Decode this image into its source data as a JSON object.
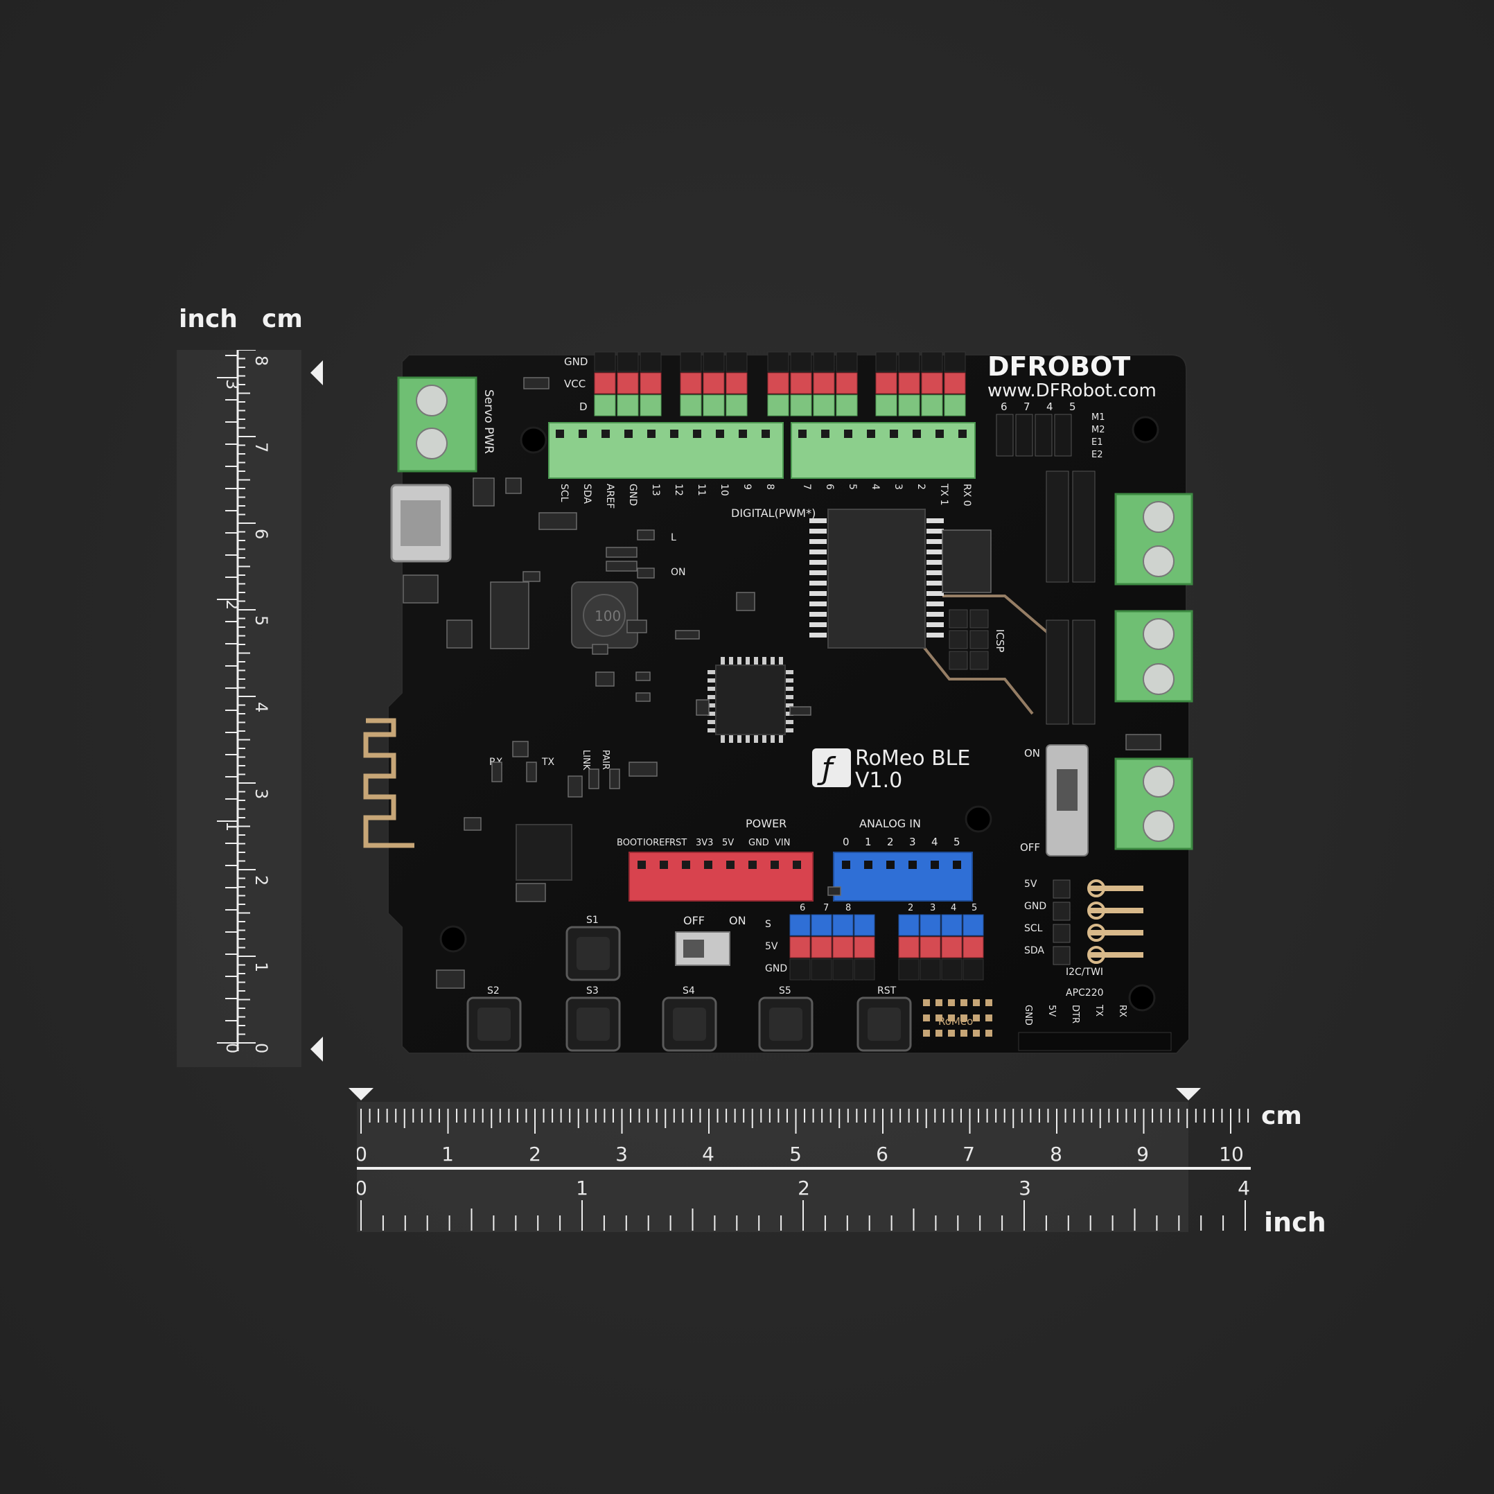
{
  "labels": {
    "left_inch_unit": "inch",
    "left_cm_unit": "cm",
    "bottom_cm_unit": "cm",
    "bottom_inch_unit": "inch"
  },
  "vertical_ruler": {
    "cm_numbers": [
      "8",
      "7",
      "6",
      "5",
      "4",
      "3",
      "2",
      "1",
      "0"
    ],
    "inch_numbers": [
      "3",
      "2",
      "1",
      "0"
    ]
  },
  "horizontal_ruler": {
    "cm_numbers": [
      "0",
      "1",
      "2",
      "3",
      "4",
      "5",
      "6",
      "7",
      "8",
      "9",
      "10"
    ],
    "inch_numbers": [
      "0",
      "1",
      "2",
      "3",
      "4"
    ]
  },
  "board": {
    "brand_logo": "DFROBOT",
    "website": "www.DFRobot.com",
    "product_name": "RoMeo BLE",
    "version": "V1.0",
    "digital_label": "DIGITAL(PWM*)",
    "power_label": "POWER",
    "analog_label": "ANALOG IN",
    "row_labels": [
      "GND",
      "VCC",
      "D"
    ],
    "digital_pins_left": [
      "SCL",
      "SDA",
      "AREF",
      "GND",
      "13",
      "12",
      "11",
      "10",
      "9",
      "8"
    ],
    "digital_pins_right": [
      "7",
      "6",
      "5",
      "4",
      "3",
      "2",
      "TX 1",
      "RX 0"
    ],
    "power_pins": [
      "BOOT",
      "IOREF",
      "RST",
      "3V3",
      "5V",
      "GND",
      "VIN"
    ],
    "analog_pins": [
      "0",
      "1",
      "2",
      "3",
      "4",
      "5"
    ],
    "servo_label": "Servo PWR",
    "inductor_mark": "100",
    "led_labels": [
      "L",
      "ON",
      "RX",
      "TX",
      "LINK",
      "PAIR"
    ],
    "switch_labels": [
      "OFF",
      "ON"
    ],
    "motor_switch_labels": [
      "ON",
      "OFF"
    ],
    "i2c_pins": [
      "5V",
      "GND",
      "SCL",
      "SDA"
    ],
    "i2c_label": "I2C/TWI",
    "apc_label": "APC220",
    "apc_pins": [
      "GND",
      "5V",
      "DTR",
      "TX",
      "RX"
    ],
    "button_labels": [
      "S1",
      "S2",
      "S3",
      "S4",
      "S5",
      "RST"
    ],
    "jumper_numbers": [
      "6",
      "7",
      "4",
      "5"
    ],
    "motor_labels": [
      "M1",
      "M2",
      "E1",
      "E2"
    ],
    "isp_label": "ICSP",
    "footer_mark": "RoMeo",
    "sv_pins": [
      "S",
      "5V",
      "GND"
    ],
    "sv_numbers": [
      "6",
      "7",
      "8",
      "2",
      "3",
      "4",
      "5"
    ]
  }
}
